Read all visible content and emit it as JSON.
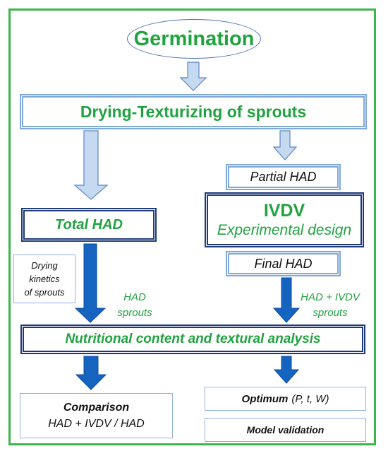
{
  "title_node": "Germination",
  "main_process": "Drying-Texturizing of sprouts",
  "left_branch": {
    "total_had": "Total HAD",
    "kinetics_line1": "Drying",
    "kinetics_line2": "kinetics",
    "kinetics_line3": "of sprouts",
    "flow_label_line1": "HAD",
    "flow_label_line2": "sprouts"
  },
  "right_branch": {
    "partial_had": "Partial HAD",
    "ivdv": "IVDV",
    "experimental_design": "Experimental design",
    "final_had": "Final HAD",
    "flow_label_line1": "HAD + IVDV",
    "flow_label_line2": "sprouts"
  },
  "analysis": "Nutritional content and textural analysis",
  "comparison": {
    "title": "Comparison",
    "subtitle": "HAD + IVDV / HAD"
  },
  "optimum": {
    "title": "Optimum",
    "params": "(P, t, W)"
  },
  "model_validation": "Model validation",
  "colors": {
    "green_text": "#1fa33f",
    "frame_green": "#3cb54a",
    "light_arrow": "#c5d9f1",
    "dark_arrow": "#1565c0",
    "dark_border": "#1f3a78"
  }
}
